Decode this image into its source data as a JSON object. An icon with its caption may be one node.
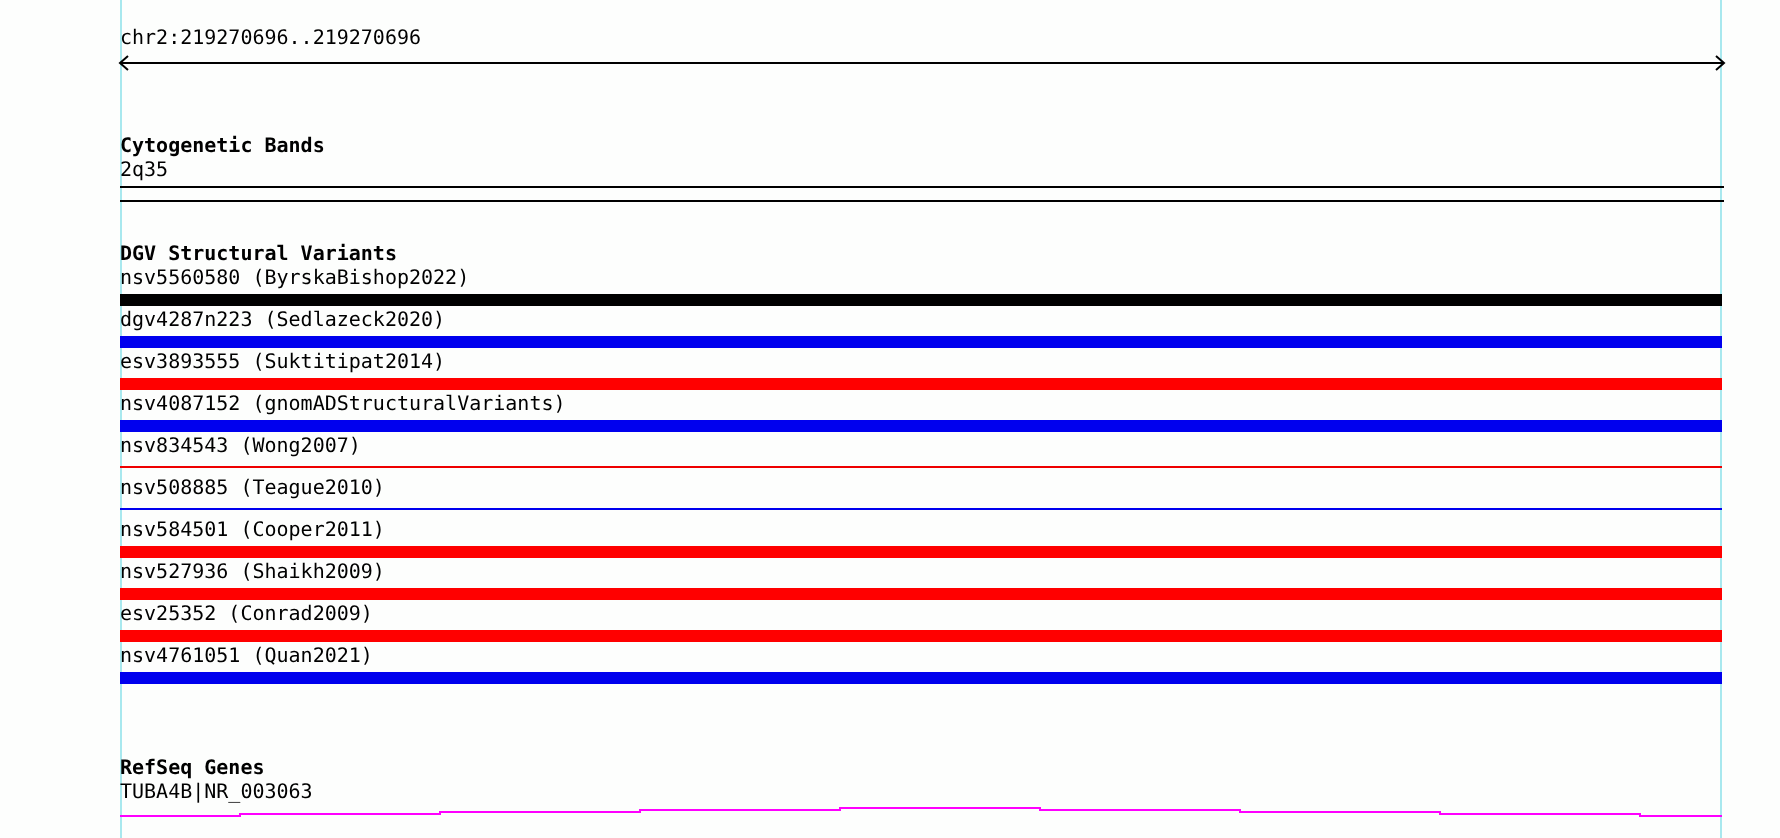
{
  "diagram": {
    "labels": [
      "chr2:219270696..219270696",
      "Cytogenetic Bands",
      "2q35",
      "DGV Structural Variants",
      "nsv5560580 (ByrskaBishop2022)",
      "dgv4287n223 (Sedlazeck2020)",
      "esv3893555 (Suktitipat2014)",
      "nsv4087152 (gnomADStructuralVariants)",
      "nsv834543 (Wong2007)",
      "nsv508885 (Teague2010)",
      "nsv584501 (Cooper2011)",
      "nsv527936 (Shaikh2009)",
      "esv25352 (Conrad2009)",
      "nsv4761051 (Quan2021)",
      "RefSeq Genes",
      "TUBA4B|NR_003063"
    ]
  }
}
